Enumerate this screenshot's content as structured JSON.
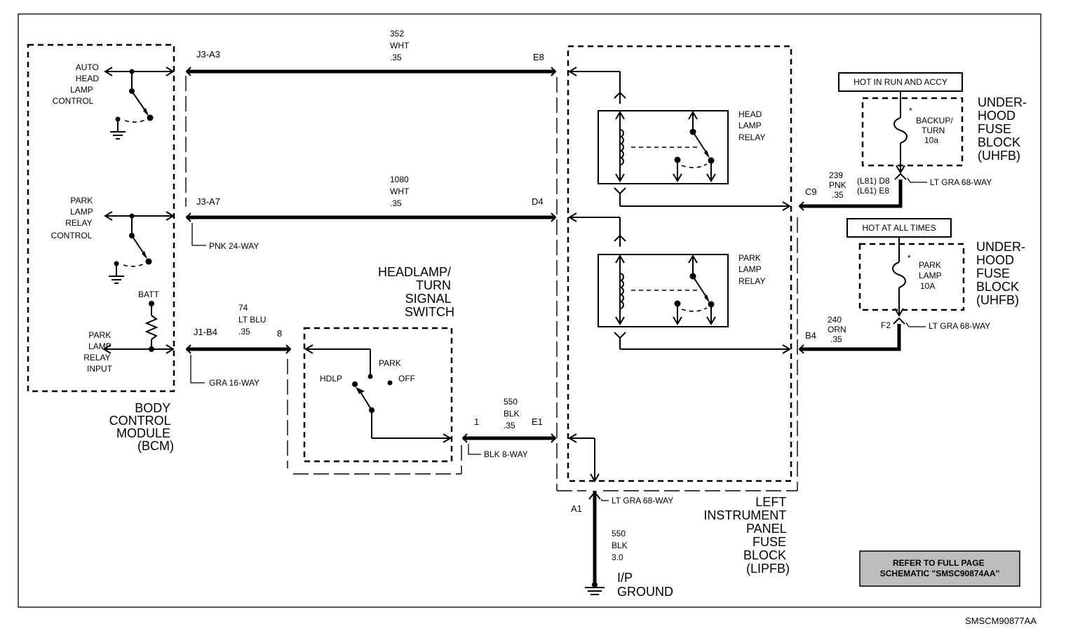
{
  "bcm": {
    "label": [
      "BODY",
      "CONTROL",
      "MODULE",
      "(BCM)"
    ],
    "auto_headlamp_control": [
      "AUTO",
      "HEAD",
      "LAMP",
      "CONTROL"
    ],
    "park_lamp_relay_control": [
      "PARK",
      "LAMP",
      "RELAY",
      "CONTROL"
    ],
    "park_lamp_relay_input": [
      "PARK",
      "LAMP",
      "RELAY",
      "INPUT"
    ],
    "batt": "BATT"
  },
  "connectors": {
    "j3_a3": "J3-A3",
    "j3_a7": "J3-A7",
    "j1_b4": "J1-B4",
    "pnk24": "PNK 24-WAY",
    "gra16": "GRA 16-WAY",
    "blk8": "BLK 8-WAY",
    "ltgra68_a": "LT GRA 68-WAY",
    "ltgra68_b": "LT GRA 68-WAY",
    "ltgra68_c": "LT GRA 68-WAY",
    "e8": "E8",
    "d4": "D4",
    "e1": "E1",
    "pin1": "1",
    "pin8": "8",
    "a1": "A1",
    "c9": "C9",
    "b4": "B4",
    "f2": "F2",
    "l81_d8": "(L81) D8",
    "l61_e8": "(L61) E8"
  },
  "wires": {
    "w352": [
      "352",
      "WHT",
      ".35"
    ],
    "w1080": [
      "1080",
      "WHT",
      ".35"
    ],
    "w74": [
      "74",
      "LT BLU",
      ".35"
    ],
    "w550a": [
      "550",
      "BLK",
      ".35"
    ],
    "w550b": [
      "550",
      "BLK",
      "3.0"
    ],
    "w239": [
      "239",
      "PNK",
      ".35"
    ],
    "w240": [
      "240",
      "ORN",
      ".35"
    ]
  },
  "switch": {
    "title": [
      "HEADLAMP/",
      "TURN",
      "SIGNAL",
      "SWITCH"
    ],
    "hdlp": "HDLP",
    "park": "PARK",
    "off": "OFF"
  },
  "lipfb": {
    "label": [
      "LEFT",
      "INSTRUMENT",
      "PANEL",
      "FUSE",
      "BLOCK",
      "(LIPFB)"
    ],
    "head_relay": [
      "HEAD",
      "LAMP",
      "RELAY"
    ],
    "park_relay": [
      "PARK",
      "LAMP",
      "RELAY"
    ]
  },
  "uhfb": {
    "hot_run": "HOT IN RUN AND ACCY",
    "hot_all": "HOT AT ALL TIMES",
    "label1": [
      "UNDER-",
      "HOOD",
      "FUSE",
      "BLOCK",
      "(UHFB)"
    ],
    "label2": [
      "UNDER-",
      "HOOD",
      "FUSE",
      "BLOCK",
      "(UHFB)"
    ],
    "fuse1": [
      "BACKUP/",
      "TURN",
      "10a"
    ],
    "fuse2": [
      "PARK",
      "LAMP",
      "10A"
    ],
    "star": "*"
  },
  "ground": [
    "I/P",
    "GROUND"
  ],
  "refer": [
    "REFER TO FULL PAGE",
    "SCHEMATIC \"SMSC90874AA\""
  ],
  "diagram_id": "SMSCM90877AA"
}
